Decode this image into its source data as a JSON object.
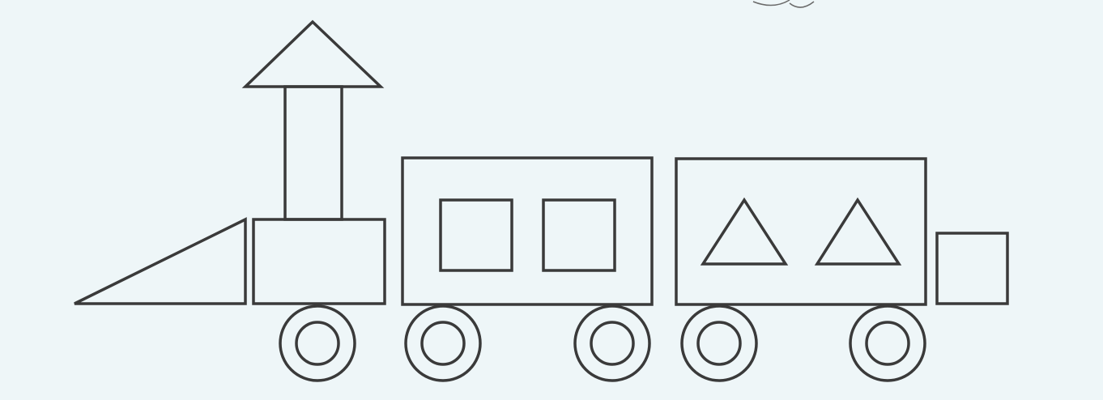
{
  "colors": {
    "paper": "#eef6f8",
    "stroke": "#3a3a3a"
  },
  "figure": {
    "subject": "train",
    "cars": [
      {
        "name": "locomotive",
        "shapes": [
          "triangle",
          "rectangle",
          "rectangle",
          "triangle"
        ]
      },
      {
        "name": "passenger-car",
        "shapes": [
          "rectangle",
          "square",
          "square"
        ]
      },
      {
        "name": "cargo-car",
        "shapes": [
          "rectangle",
          "triangle",
          "triangle"
        ]
      },
      {
        "name": "buffer",
        "shapes": [
          "square"
        ]
      }
    ],
    "wheel_count": 5
  }
}
